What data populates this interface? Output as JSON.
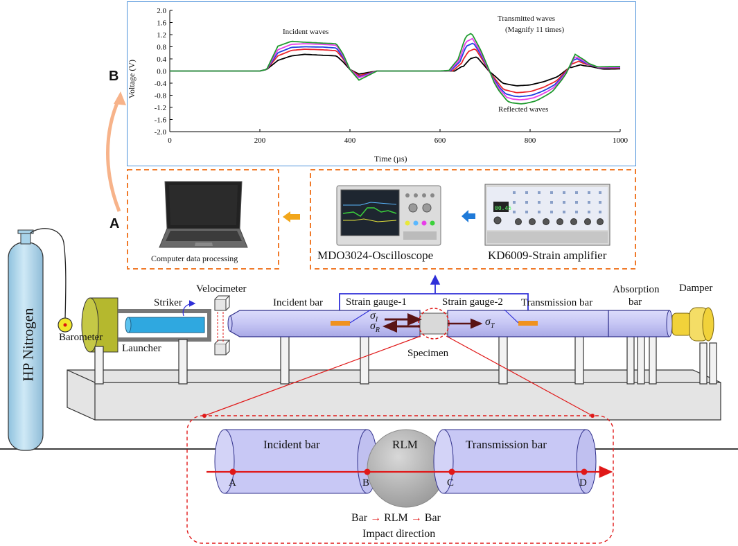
{
  "panels": {
    "a": "A",
    "b": "B"
  },
  "chart_data": {
    "type": "line",
    "xlabel": "Time (µs)",
    "ylabel": "Voltage (V)",
    "xlim": [
      0,
      1000
    ],
    "ylim": [
      -2.0,
      2.0
    ],
    "xticks": [
      "0",
      "200",
      "400",
      "600",
      "800",
      "1000"
    ],
    "yticks": [
      "2.0",
      "1.6",
      "1.2",
      "0.8",
      "0.4",
      "0.0",
      "-0.4",
      "-0.8",
      "-1.2",
      "-1.6",
      "-2.0"
    ],
    "annotations": [
      "Incident waves",
      "Transmitted waves",
      "(Magnify 11 times)",
      "Reflected waves"
    ],
    "series_colors": [
      "#000000",
      "#e8232a",
      "#1f3fe0",
      "#e83ee8",
      "#1e9a2e"
    ],
    "series": [
      {
        "scale": 0.53,
        "lag": 12,
        "x": [
          0,
          200,
          215,
          240,
          270,
          300,
          340,
          370,
          385,
          400,
          420,
          440,
          460,
          480,
          600,
          620,
          640,
          660,
          680,
          700,
          720,
          740,
          760,
          780,
          800,
          820,
          840,
          860,
          880,
          900,
          920,
          940,
          960,
          980,
          1000
        ],
        "y": [
          0,
          0,
          0.05,
          0.35,
          0.5,
          0.55,
          0.52,
          0.5,
          0.3,
          0.05,
          -0.1,
          -0.05,
          0,
          0,
          0,
          0,
          0,
          0,
          0,
          0,
          0,
          0,
          0,
          0,
          0,
          0,
          0,
          0,
          0,
          0,
          0,
          0,
          0,
          0,
          0
        ]
      },
      {
        "scale": 0.73,
        "lag": 8,
        "x": [
          0,
          200,
          215,
          240,
          270,
          300,
          340,
          370,
          385,
          400,
          420,
          440,
          460,
          480,
          600,
          1000
        ],
        "y": [
          0,
          0,
          0.05,
          0.5,
          0.68,
          0.72,
          0.7,
          0.67,
          0.4,
          0.05,
          -0.15,
          -0.08,
          0,
          0,
          0,
          0
        ]
      },
      {
        "scale": 0.82,
        "lag": 4,
        "x": [
          0,
          200,
          215,
          240,
          270,
          300,
          340,
          370,
          385,
          400,
          420,
          440,
          460,
          480,
          600,
          1000
        ],
        "y": [
          0,
          0,
          0.05,
          0.6,
          0.78,
          0.8,
          0.79,
          0.76,
          0.45,
          0.05,
          -0.2,
          -0.1,
          0,
          0,
          0,
          0
        ]
      },
      {
        "scale": 0.9,
        "lag": 2,
        "x": [
          0,
          200,
          215,
          240,
          270,
          300,
          340,
          370,
          385,
          400,
          420,
          440,
          460,
          480,
          600,
          1000
        ],
        "y": [
          0,
          0,
          0.05,
          0.7,
          0.88,
          0.9,
          0.88,
          0.85,
          0.5,
          0.05,
          -0.22,
          -0.12,
          0,
          0,
          0,
          0
        ]
      },
      {
        "scale": 1.0,
        "lag": 0,
        "x": [
          0,
          200,
          215,
          240,
          270,
          300,
          340,
          370,
          385,
          400,
          420,
          440,
          460,
          480,
          600,
          1000
        ],
        "y": [
          0,
          0,
          0.05,
          0.82,
          0.98,
          0.95,
          0.92,
          0.9,
          0.55,
          0.05,
          -0.3,
          -0.15,
          0,
          0,
          0,
          0
        ]
      }
    ]
  },
  "labels": {
    "computer": "Computer data processing",
    "oscilloscope": "MDO3024-Oscilloscope",
    "amplifier": "KD6009-Strain amplifier",
    "hp_nitrogen": "HP Nitrogen",
    "barometer": "Barometer",
    "striker": "Striker",
    "launcher": "Launcher",
    "velocimeter": "Velocimeter",
    "incident_bar": "Incident bar",
    "strain_gauge_1": "Strain gauge-1",
    "strain_gauge_2": "Strain gauge-2",
    "transmission_bar": "Transmission bar",
    "absorption": "Absorption",
    "bar": "bar",
    "damper": "Damper",
    "specimen": "Specimen",
    "sigma_i": "σ",
    "sigma_i_sub": "I",
    "sigma_r": "σ",
    "sigma_r_sub": "R",
    "sigma_t": "σ",
    "sigma_t_sub": "T"
  },
  "detail": {
    "incident_bar": "Incident bar",
    "rlm": "RLM",
    "transmission_bar": "Transmission bar",
    "points": [
      "A",
      "B",
      "C",
      "D"
    ],
    "sequence": [
      "Bar",
      "RLM",
      "Bar"
    ],
    "arrow": "→",
    "impact_direction": "Impact direction"
  },
  "device_screens": {
    "amplifier_readout": "00.45"
  },
  "colors": {
    "bar_fill": "#c8c8f5",
    "bar_stroke": "#2f2f8a",
    "orange_dash": "#f07a2a",
    "chart_border": "#4a90d9",
    "blue_arrow": "#2f2fd8",
    "red": "#e01818",
    "cylinder": "#a8d3ea",
    "launcher_body": "#b5b82e",
    "damper": "#f1d23a",
    "striker": "#2fa8e0"
  }
}
